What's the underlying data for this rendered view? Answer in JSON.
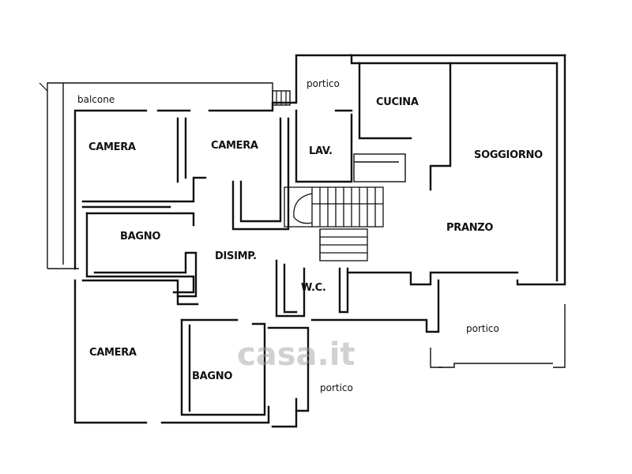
{
  "rooms": {
    "camera_top_left": "CAMERA",
    "camera_top_mid": "CAMERA",
    "lavanderia": "LAV.",
    "cucina": "CUCINA",
    "soggiorno": "SOGGIORNO",
    "pranzo": "PRANZO",
    "bagno_upper": "BAGNO",
    "disimpegno": "DISIMP.",
    "wc": "W.C.",
    "camera_bottom_left": "CAMERA",
    "bagno_lower": "BAGNO"
  },
  "annotations": {
    "balcone": "balcone",
    "portico_top": "portico",
    "portico_right": "portico",
    "portico_bottom": "portico"
  },
  "watermark": "casa.it"
}
